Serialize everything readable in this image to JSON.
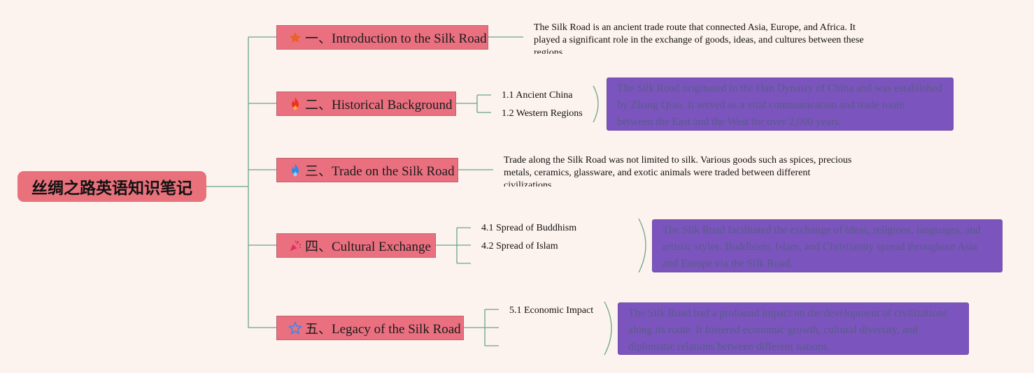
{
  "root": {
    "title": "丝绸之路英语知识笔记"
  },
  "topics": [
    {
      "label": "一、Introduction to the Silk Road",
      "icon": "star-icon",
      "icon_color": "#e8632a"
    },
    {
      "label": "二、Historical Background",
      "icon": "fire-icon",
      "icon_color": "#f0301e"
    },
    {
      "label": "三、Trade on the Silk Road",
      "icon": "drop-fire-icon",
      "icon_color": "#2f8be0"
    },
    {
      "label": "四、Cultural Exchange",
      "icon": "party-popper-icon",
      "icon_color": "#e03060"
    },
    {
      "label": "五、Legacy of the Silk Road",
      "icon": "star-outline-icon",
      "icon_color": "#3a86e8"
    }
  ],
  "notes": {
    "intro": "The Silk Road is an ancient trade route that connected Asia, Europe, and Africa. It played a significant role in the exchange of goods, ideas, and cultures between these regions.",
    "trade": "Trade along the Silk Road was not limited to silk. Various goods such as spices, precious metals, ceramics, glassware, and exotic animals were traded between different civilizations."
  },
  "subtopics": {
    "historical": [
      "1.1 Ancient China",
      "1.2 Western Regions"
    ],
    "cultural": [
      "4.1 Spread of Buddhism",
      "4.2 Spread of Islam"
    ],
    "legacy": [
      "5.1 Economic Impact"
    ]
  },
  "summaries": {
    "historical": "The Silk Road originated in the Han Dynasty of China and was established by Zhang Qian. It served as a vital communication and trade route between the East and the West for over 2,000 years.",
    "cultural": "The Silk Road facilitated the exchange of ideas, religions, languages, and artistic styles. Buddhism, Islam, and Christianity spread throughout Asia and Europe via the Silk Road.",
    "legacy": "The Silk Road had a profound impact on the development of civilizations along its route. It fostered economic growth, cultural diversity, and diplomatic relations between different nations."
  },
  "colors": {
    "background": "#fdf3ee",
    "topic_fill": "#ea7080",
    "summary_fill": "#7b55bd",
    "connector": "#5f9a86"
  }
}
